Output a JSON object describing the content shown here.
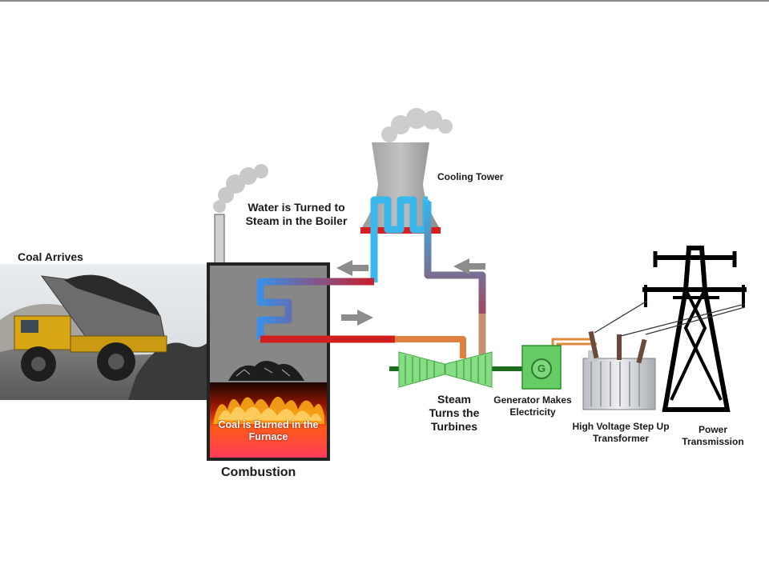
{
  "labels": {
    "coal_arrives": "Coal Arrives",
    "boiler": "Water is Turned to Steam in the Boiler",
    "cooling_tower": "Cooling Tower",
    "furnace": "Coal is Burned in the Furnace",
    "combustion": "Combustion",
    "turbines": "Steam Turns the Turbines",
    "generator": "Generator Makes Electricity",
    "generator_symbol": "G",
    "transformer": "High Voltage Step Up Transformer",
    "power_transmission": "Power Transmission"
  },
  "colors": {
    "hot_pipe": "#d11f1f",
    "cold_pipe": "#35b6ee",
    "turbine": "#7ed87b",
    "generator": "#5fca5f",
    "furnace_fire": "#ff6a1a",
    "boiler_wall": "#222222",
    "tower": "#8e8e8e",
    "arrow": "#8c8c8c"
  },
  "icons": {
    "truck": "dump-truck-icon",
    "smoke": "smoke-plume-icon",
    "coal": "coal-pile-icon",
    "fire": "fire-icon",
    "tower": "cooling-tower-icon",
    "turbine": "turbine-icon",
    "generator": "generator-icon",
    "transformer": "transformer-icon",
    "pylon": "transmission-tower-icon"
  }
}
